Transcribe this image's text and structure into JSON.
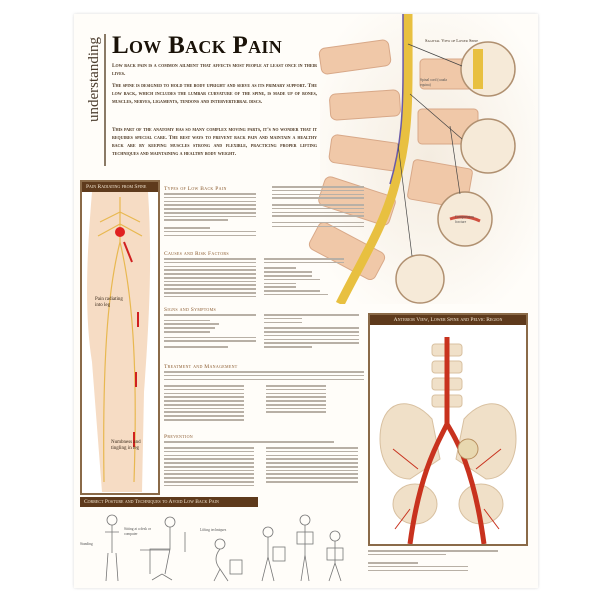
{
  "header": {
    "kicker": "understanding",
    "title": "Low Back Pain"
  },
  "intro": [
    "Low back pain is a common ailment that affects most people at least once in their lives.",
    "The spine is designed to hold the body upright and serve as its primary support. The low back, which includes the lumbar curvature of the spine, is made up of bones, muscles, nerves, ligaments, tendons and intervertebral discs.",
    "This part of the anatomy has so many complex moving parts, it's no wonder that it requires special care. The best ways to prevent back pain and maintain a healthy back are by keeping muscles strong and flexible, practicing proper lifting techniques and maintaining a healthy body weight."
  ],
  "pain_panel": {
    "header": "Pain Radiating from Spine",
    "labels": [
      "Pain radiating into leg",
      "Numbness and tingling in leg"
    ]
  },
  "sections": {
    "types": "Types of Low Back Pain",
    "causes": "Causes and Risk Factors",
    "signs": "Signs and Symptoms",
    "treatment": "Treatment and Management",
    "prevention": "Prevention"
  },
  "spine": {
    "title": "Sagittal View of Lower Spine",
    "labels": [
      "Spinal cord (cauda equina)",
      "Compression fracture"
    ]
  },
  "pelvis": {
    "header": "Anterior View, Lower Spine and Pelvic Region"
  },
  "posture": {
    "header": "Correct Posture and Techniques to Avoid Low Back Pain",
    "labels": [
      "Standing",
      "Sitting at a desk or computer",
      "Lifting techniques"
    ]
  },
  "colors": {
    "brand_brown": "#5e3a1c",
    "artery_red": "#c8321e",
    "nerve_yellow": "#e8c040",
    "bone": "#f0d8c0"
  }
}
